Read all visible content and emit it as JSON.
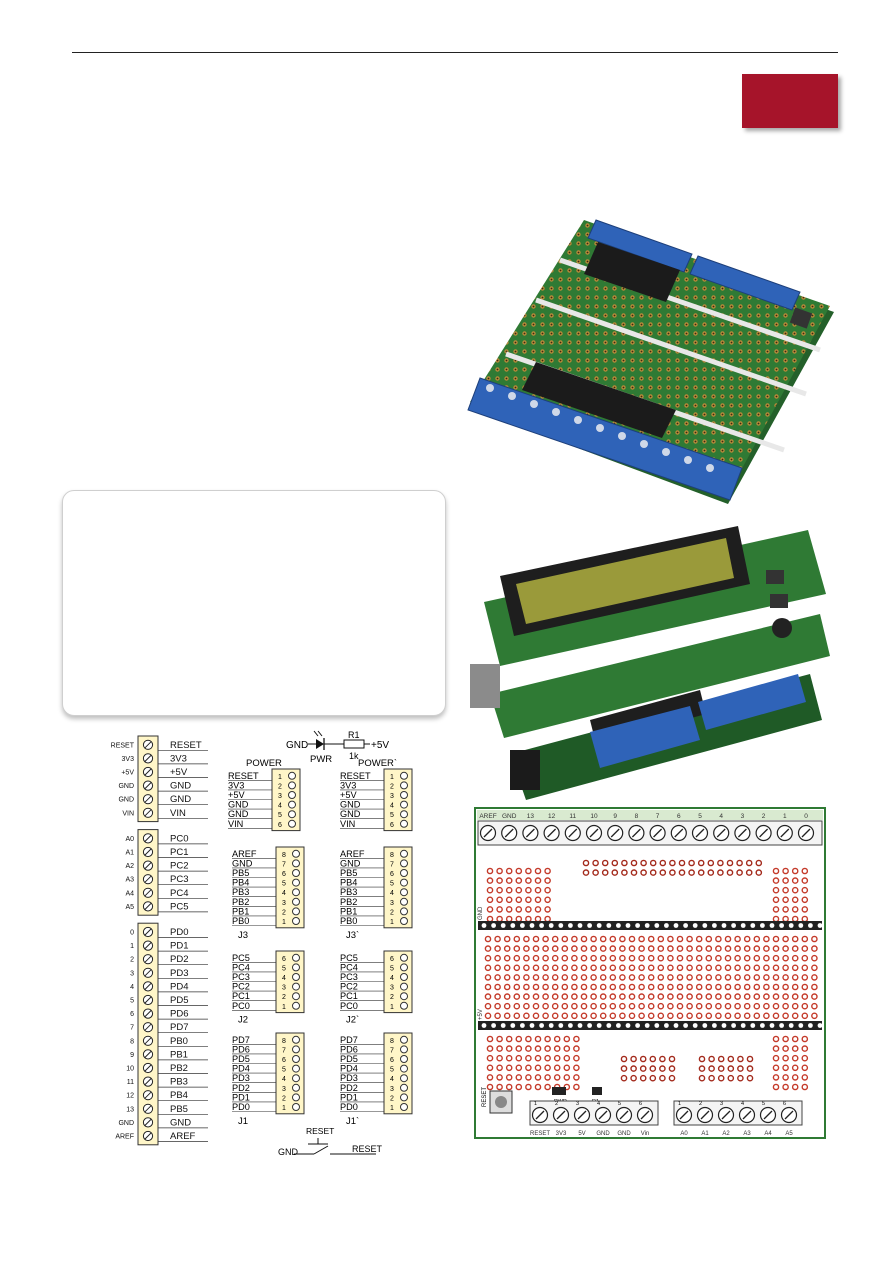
{
  "colors": {
    "accent": "#a6142a",
    "pcb": "#2f7a34",
    "terminal": "#2f63b8",
    "strip": "#fff6c8"
  },
  "left_strip": {
    "group1": [
      {
        "pin": "RESET",
        "label": "RESET"
      },
      {
        "pin": "3V3",
        "label": "3V3"
      },
      {
        "pin": "+5V",
        "label": "+5V"
      },
      {
        "pin": "GND",
        "label": "GND"
      },
      {
        "pin": "GND",
        "label": "GND"
      },
      {
        "pin": "VIN",
        "label": "VIN"
      }
    ],
    "group2": [
      {
        "pin": "A0",
        "label": "PC0"
      },
      {
        "pin": "A1",
        "label": "PC1"
      },
      {
        "pin": "A2",
        "label": "PC2"
      },
      {
        "pin": "A3",
        "label": "PC3"
      },
      {
        "pin": "A4",
        "label": "PC4"
      },
      {
        "pin": "A5",
        "label": "PC5"
      }
    ],
    "group3": [
      {
        "pin": "0",
        "label": "PD0"
      },
      {
        "pin": "1",
        "label": "PD1"
      },
      {
        "pin": "2",
        "label": "PD2"
      },
      {
        "pin": "3",
        "label": "PD3"
      },
      {
        "pin": "4",
        "label": "PD4"
      },
      {
        "pin": "5",
        "label": "PD5"
      },
      {
        "pin": "6",
        "label": "PD6"
      },
      {
        "pin": "7",
        "label": "PD7"
      },
      {
        "pin": "8",
        "label": "PB0"
      },
      {
        "pin": "9",
        "label": "PB1"
      },
      {
        "pin": "10",
        "label": "PB2"
      },
      {
        "pin": "11",
        "label": "PB3"
      },
      {
        "pin": "12",
        "label": "PB4"
      },
      {
        "pin": "13",
        "label": "PB5"
      },
      {
        "pin": "GND",
        "label": "GND"
      },
      {
        "pin": "AREF",
        "label": "AREF"
      }
    ]
  },
  "led_circuit": {
    "gnd": "GND",
    "led": "PWR",
    "resistor": "R1",
    "resistor_value": "1k",
    "supply": "+5V"
  },
  "headers": {
    "power_title": "POWER",
    "power_alt_title": "POWER`",
    "power_pins": [
      "RESET",
      "3V3",
      "+5V",
      "GND",
      "GND",
      "VIN"
    ],
    "power_nums": [
      "1",
      "2",
      "3",
      "4",
      "5",
      "6"
    ],
    "j3_pins": [
      "AREF",
      "GND",
      "PB5",
      "PB4",
      "PB3",
      "PB2",
      "PB1",
      "PB0"
    ],
    "j3_nums": [
      "8",
      "7",
      "6",
      "5",
      "4",
      "3",
      "2",
      "1"
    ],
    "j3_name": "J3",
    "j3_alt_name": "J3`",
    "j2_pins": [
      "PC5",
      "PC4",
      "PC3",
      "PC2",
      "PC1",
      "PC0"
    ],
    "j2_nums": [
      "6",
      "5",
      "4",
      "3",
      "2",
      "1"
    ],
    "j2_name": "J2",
    "j2_alt_name": "J2`",
    "j1_pins": [
      "PD7",
      "PD6",
      "PD5",
      "PD4",
      "PD3",
      "PD2",
      "PD1",
      "PD0"
    ],
    "j1_nums": [
      "8",
      "7",
      "6",
      "5",
      "4",
      "3",
      "2",
      "1"
    ],
    "j1_name": "J1",
    "j1_alt_name": "J1`"
  },
  "reset_switch": {
    "label": "RESET",
    "left": "GND",
    "right": "RESET"
  },
  "board": {
    "top_labels": [
      "AREF",
      "GND",
      "13",
      "12",
      "11",
      "10",
      "9",
      "8",
      "7",
      "6",
      "5",
      "4",
      "3",
      "2",
      "1",
      "0"
    ],
    "bottom_labels": [
      "RESET",
      "3V3",
      "5V",
      "GND",
      "GND",
      "Vin",
      "A0",
      "A1",
      "A2",
      "A3",
      "A4",
      "A5"
    ],
    "bottom_nums": [
      "1",
      "2",
      "3",
      "4",
      "5",
      "6",
      "1",
      "2",
      "3",
      "4",
      "5",
      "6"
    ],
    "side_gnd": "GND",
    "side_5v": "+5V",
    "reset_label": "RESET",
    "pwr_label": "PWR",
    "r1_label": "R1"
  }
}
